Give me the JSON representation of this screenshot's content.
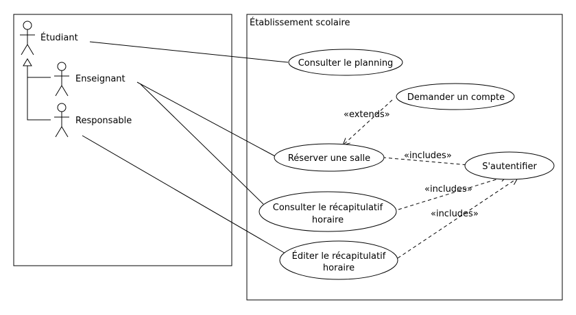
{
  "system": {
    "name": "Établissement scolaire"
  },
  "actors": [
    {
      "id": "etudiant",
      "label": "Étudiant"
    },
    {
      "id": "enseignant",
      "label": "Enseignant"
    },
    {
      "id": "responsable",
      "label": "Responsable"
    }
  ],
  "use_cases": [
    {
      "id": "planning",
      "lines": [
        "Consulter le planning"
      ]
    },
    {
      "id": "compte",
      "lines": [
        "Demander un compte"
      ]
    },
    {
      "id": "reserver",
      "lines": [
        "Réserver une salle"
      ]
    },
    {
      "id": "auth",
      "lines": [
        "S'autentifier"
      ]
    },
    {
      "id": "consulter-recap",
      "lines": [
        "Consulter le récapitulatif",
        "horaire"
      ]
    },
    {
      "id": "editer-recap",
      "lines": [
        "Éditer le récapitulatif",
        "horaire"
      ]
    }
  ],
  "relations": {
    "extends": "«extends»",
    "includes_1": "«includes»",
    "includes_2": "«includes»",
    "includes_3": "«includes»"
  }
}
